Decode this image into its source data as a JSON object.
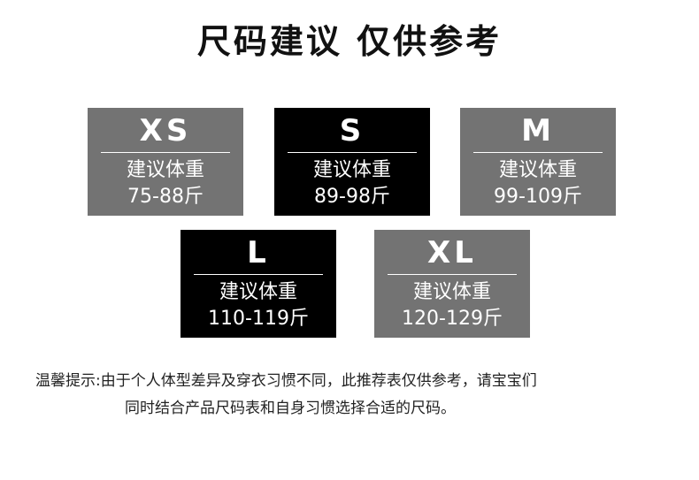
{
  "title": "尺码建议  仅供参考",
  "cards": [
    {
      "size": "XS",
      "label": "建议体重",
      "range": "75-88斤",
      "style": "gray"
    },
    {
      "size": "S",
      "label": "建议体重",
      "range": "89-98斤",
      "style": "black"
    },
    {
      "size": "M",
      "label": "建议体重",
      "range": "99-109斤",
      "style": "gray"
    },
    {
      "size": "L",
      "label": "建议体重",
      "range": "110-119斤",
      "style": "black"
    },
    {
      "size": "XL",
      "label": "建议体重",
      "range": "120-129斤",
      "style": "gray"
    }
  ],
  "note": {
    "line1": "温馨提示:由于个人体型差异及穿衣习惯不同，此推荐表仅供参考，请宝宝们",
    "line2": "同时结合产品尺码表和自身习惯选择合适的尺码。"
  },
  "colors": {
    "gray_card": "#737373",
    "black_card": "#000000",
    "text_dark": "#111111"
  }
}
